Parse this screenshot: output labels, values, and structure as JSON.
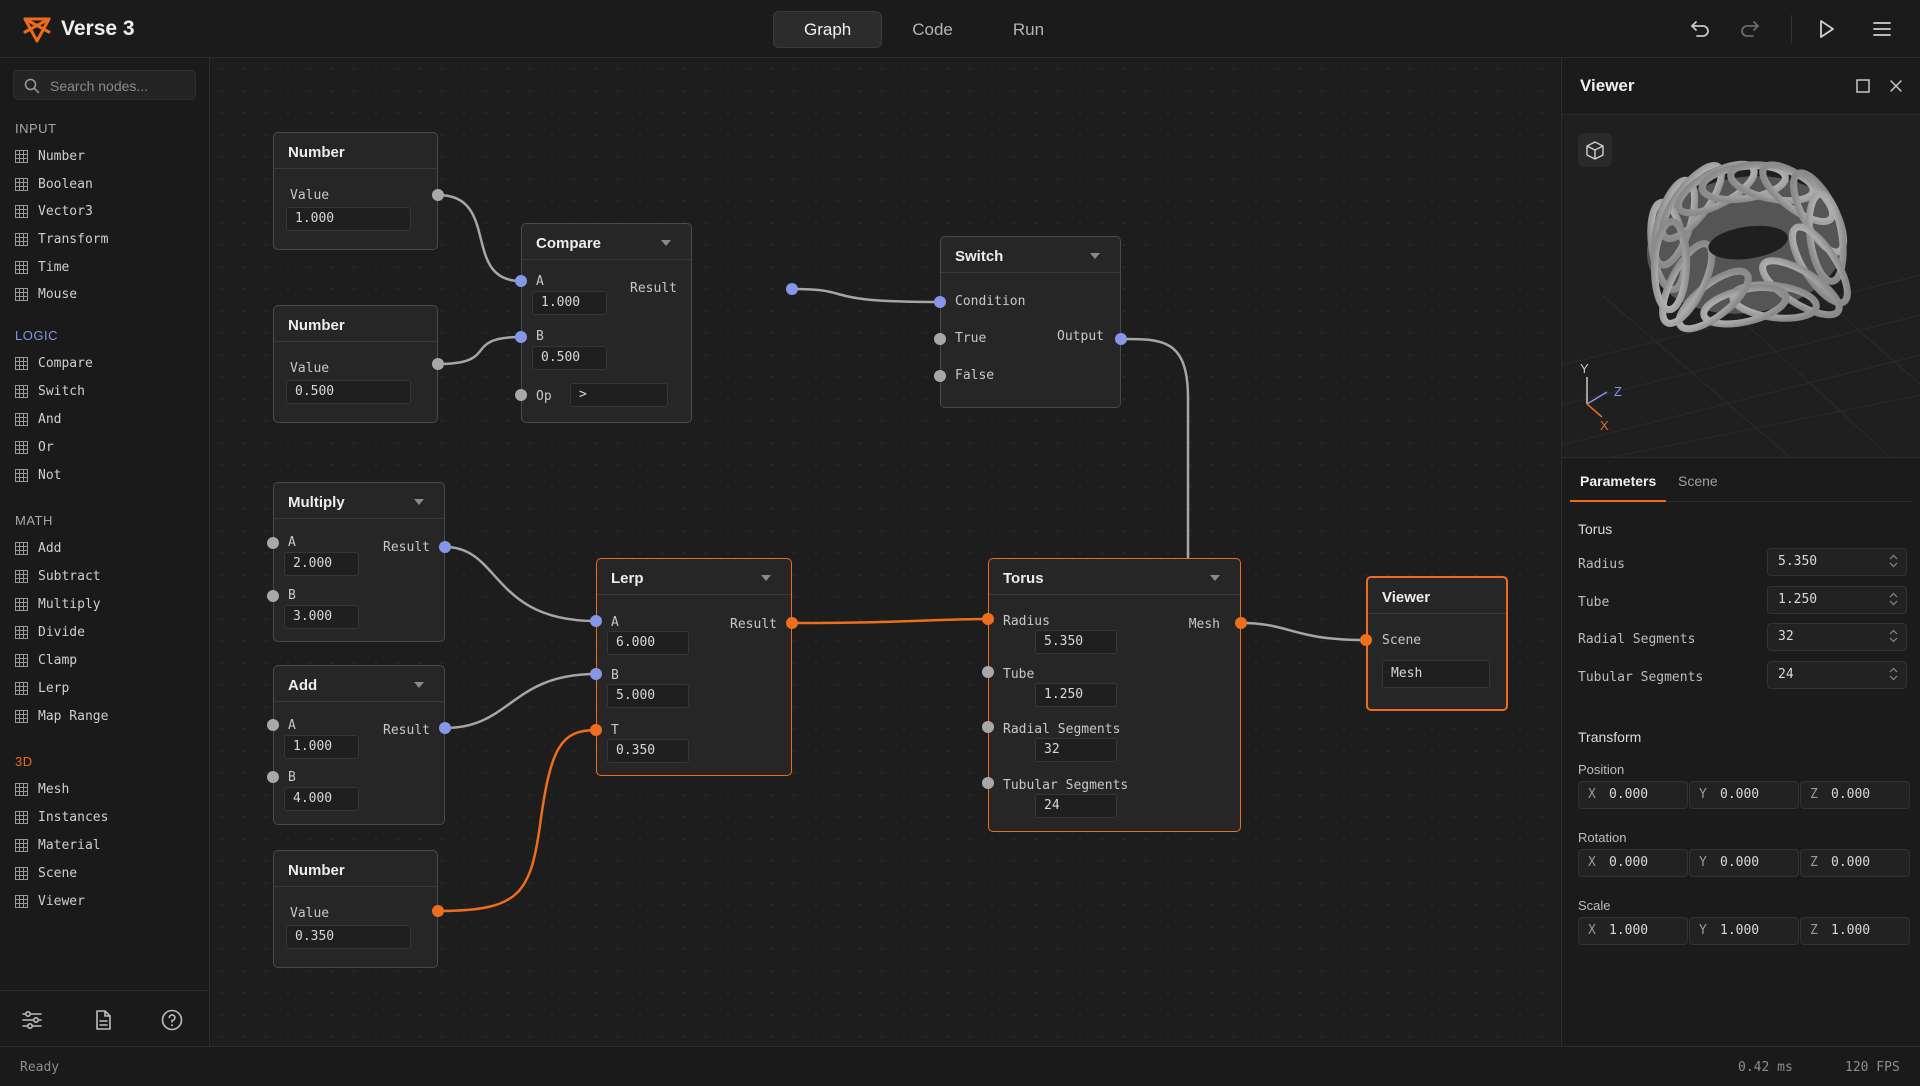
{
  "app": {
    "title": "Verse 3",
    "accent": "#ec6b1c"
  },
  "mode_tabs": [
    {
      "label": "Graph"
    },
    {
      "label": "Code"
    },
    {
      "label": "Run"
    }
  ],
  "toolbar_icons": [
    "undo-icon",
    "redo-icon",
    "play-icon",
    "menu-icon"
  ],
  "sidebar": {
    "search_placeholder": "Search nodes...",
    "categories": [
      {
        "label": "INPUT",
        "items": [
          "Number",
          "Boolean",
          "Vector3",
          "Transform",
          "Time",
          "Mouse"
        ]
      },
      {
        "label": "LOGIC",
        "items": [
          "Compare",
          "Switch",
          "And",
          "Or",
          "Not"
        ]
      },
      {
        "label": "MATH",
        "items": [
          "Add",
          "Subtract",
          "Multiply",
          "Divide",
          "Clamp",
          "Lerp",
          "Map Range"
        ]
      },
      {
        "label": "3D",
        "items": [
          "Mesh",
          "Instances",
          "Material",
          "Scene",
          "Viewer"
        ]
      }
    ],
    "bottom_icons": [
      "sliders-icon",
      "document-icon",
      "help-icon"
    ]
  },
  "graph": {
    "num1": {
      "title": "Number",
      "value_label": "Value",
      "value": "1.000"
    },
    "num2": {
      "title": "Number",
      "value_label": "Value",
      "value": "0.500"
    },
    "num3": {
      "title": "Number",
      "value_label": "Value",
      "value": "0.350"
    },
    "compare": {
      "title": "Compare",
      "a_label": "A",
      "a": "1.000",
      "b_label": "B",
      "b": "0.500",
      "op_label": "Op",
      "op": ">",
      "out": "Result"
    },
    "switch": {
      "title": "Switch",
      "condition": "Condition",
      "true_label": "True",
      "false_label": "False",
      "out": "Output"
    },
    "multiply": {
      "title": "Multiply",
      "a_label": "A",
      "a": "2.000",
      "b_label": "B",
      "b": "3.000",
      "out": "Result"
    },
    "add": {
      "title": "Add",
      "a_label": "A",
      "a": "1.000",
      "b_label": "B",
      "b": "4.000",
      "out": "Result"
    },
    "lerp": {
      "title": "Lerp",
      "a_label": "A",
      "a": "6.000",
      "b_label": "B",
      "b": "5.000",
      "t_label": "T",
      "t": "0.350",
      "out": "Result"
    },
    "torus": {
      "title": "Torus",
      "radius_label": "Radius",
      "radius": "5.350",
      "tube_label": "Tube",
      "tube": "1.250",
      "radial_label": "Radial Segments",
      "radial": "32",
      "tubular_label": "Tubular Segments",
      "tubular": "24",
      "out": "Mesh"
    },
    "viewer": {
      "title": "Viewer",
      "in": "Scene",
      "value": "Mesh"
    }
  },
  "right_panel": {
    "title": "Viewer",
    "axes": {
      "y": "Y",
      "z": "Z",
      "x": "X"
    },
    "tabs": [
      {
        "label": "Parameters"
      },
      {
        "label": "Scene"
      }
    ],
    "torus": {
      "title": "Torus",
      "params": [
        {
          "label": "Radius",
          "value": "5.350"
        },
        {
          "label": "Tube",
          "value": "1.250"
        },
        {
          "label": "Radial Segments",
          "value": "32"
        },
        {
          "label": "Tubular Segments",
          "value": "24"
        }
      ]
    },
    "transform": {
      "title": "Transform",
      "position": {
        "label": "Position",
        "x": "0.000",
        "y": "0.000",
        "z": "0.000"
      },
      "rotation": {
        "label": "Rotation",
        "x": "0.000",
        "y": "0.000",
        "z": "0.000"
      },
      "scale": {
        "label": "Scale",
        "x": "1.000",
        "y": "1.000",
        "z": "1.000"
      },
      "axis_x": "X",
      "axis_y": "Y",
      "axis_z": "Z"
    }
  },
  "status": {
    "text": "Ready",
    "frame_time": "0.42 ms",
    "fps": "120 FPS"
  }
}
